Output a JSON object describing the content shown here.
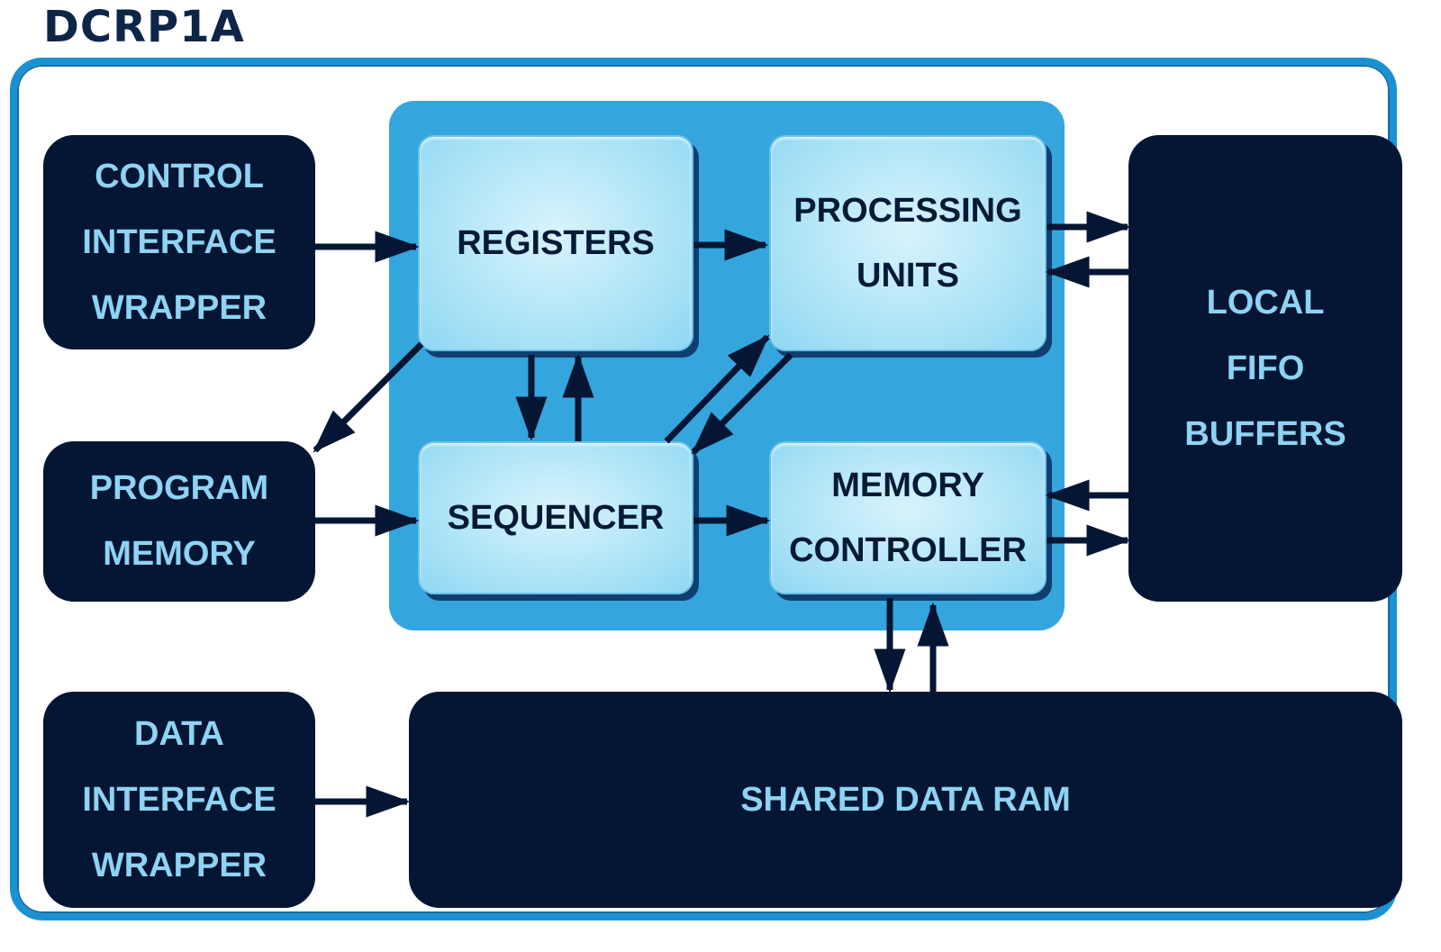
{
  "title": "DCRP1A",
  "blocks": {
    "control_interface_wrapper": [
      "CONTROL",
      "INTERFACE",
      "WRAPPER"
    ],
    "program_memory": [
      "PROGRAM",
      "MEMORY"
    ],
    "data_interface_wrapper": [
      "DATA",
      "INTERFACE",
      "WRAPPER"
    ],
    "registers": [
      "REGISTERS"
    ],
    "processing_units": [
      "PROCESSING",
      "UNITS"
    ],
    "sequencer": [
      "SEQUENCER"
    ],
    "memory_controller": [
      "MEMORY",
      "CONTROLLER"
    ],
    "local_fifo_buffers": [
      "LOCAL",
      "FIFO",
      "BUFFERS"
    ],
    "shared_data_ram": [
      "SHARED DATA RAM"
    ]
  },
  "colors": {
    "frame": "#1a92d2",
    "core_panel": "#35a6dd",
    "dark_block": "#041633",
    "dark_text": "#8fd3f4",
    "light_block": "#b8e8f8",
    "light_text": "#061a35",
    "arrow": "#041633",
    "title": "#0d2547"
  },
  "connections": [
    {
      "from": "control_interface_wrapper",
      "to": "registers"
    },
    {
      "from": "registers",
      "to": "program_memory"
    },
    {
      "from": "program_memory",
      "to": "sequencer"
    },
    {
      "from": "registers",
      "to": "processing_units"
    },
    {
      "from": "registers",
      "to": "sequencer"
    },
    {
      "from": "sequencer",
      "to": "registers"
    },
    {
      "from": "sequencer",
      "to": "processing_units"
    },
    {
      "from": "processing_units",
      "to": "sequencer"
    },
    {
      "from": "sequencer",
      "to": "memory_controller"
    },
    {
      "from": "processing_units",
      "to": "local_fifo_buffers"
    },
    {
      "from": "local_fifo_buffers",
      "to": "processing_units"
    },
    {
      "from": "local_fifo_buffers",
      "to": "memory_controller"
    },
    {
      "from": "memory_controller",
      "to": "local_fifo_buffers"
    },
    {
      "from": "memory_controller",
      "to": "shared_data_ram"
    },
    {
      "from": "shared_data_ram",
      "to": "memory_controller"
    },
    {
      "from": "data_interface_wrapper",
      "to": "shared_data_ram"
    }
  ]
}
